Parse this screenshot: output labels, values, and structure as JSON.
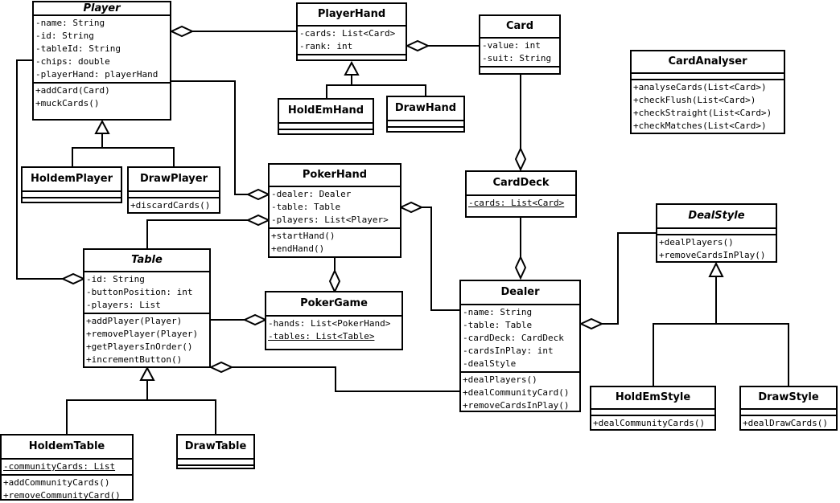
{
  "classes": {
    "player": {
      "name": "Player",
      "attributes": [
        "-name: String",
        "-id: String",
        "-tableId: String",
        "-chips: double",
        "-playerHand: playerHand"
      ],
      "operations": [
        "+addCard(Card)",
        "+muckCards()"
      ]
    },
    "player_hand": {
      "name": "PlayerHand",
      "attributes": [
        "-cards: List<Card>",
        "-rank: int"
      ],
      "operations": []
    },
    "card": {
      "name": "Card",
      "attributes": [
        "-value: int",
        "-suit: String"
      ],
      "operations": []
    },
    "card_analyser": {
      "name": "CardAnalyser",
      "attributes": [],
      "operations": [
        "+analyseCards(List<Card>)",
        "+checkFlush(List<Card>)",
        "+checkStraight(List<Card>)",
        "+checkMatches(List<Card>)"
      ]
    },
    "holdem_hand": {
      "name": "HoldEmHand"
    },
    "draw_hand": {
      "name": "DrawHand"
    },
    "holdem_player": {
      "name": "HoldemPlayer"
    },
    "draw_player": {
      "name": "DrawPlayer",
      "operations": [
        "+discardCards()"
      ]
    },
    "poker_hand": {
      "name": "PokerHand",
      "attributes": [
        "-dealer: Dealer",
        "-table: Table",
        "-players: List<Player>"
      ],
      "operations": [
        "+startHand()",
        "+endHand()"
      ]
    },
    "card_deck": {
      "name": "CardDeck",
      "attributes": [
        "-cards: List<Card>"
      ]
    },
    "deal_style": {
      "name": "DealStyle",
      "operations": [
        "+dealPlayers()",
        "+removeCardsInPlay()"
      ]
    },
    "table": {
      "name": "Table",
      "attributes": [
        "-id: String",
        "-buttonPosition: int",
        "-players: List"
      ],
      "operations": [
        "+addPlayer(Player)",
        "+removePlayer(Player)",
        "+getPlayersInOrder()",
        "+incrementButton()"
      ]
    },
    "poker_game": {
      "name": "PokerGame",
      "attributes": [
        "-hands: List<PokerHand>",
        "-tables: List<Table>"
      ]
    },
    "dealer": {
      "name": "Dealer",
      "attributes": [
        "-name: String",
        "-table: Table",
        "-cardDeck: CardDeck",
        "-cardsInPlay: int",
        "-dealStyle"
      ],
      "operations": [
        "+dealPlayers()",
        "+dealCommunityCard()",
        "+removeCardsInPlay()"
      ]
    },
    "holdem_style": {
      "name": "HoldEmStyle",
      "operations": [
        "+dealCommunityCards()"
      ]
    },
    "draw_style": {
      "name": "DrawStyle",
      "operations": [
        "+dealDrawCards()"
      ]
    },
    "holdem_table": {
      "name": "HoldemTable",
      "attributes": [
        "-communityCards: List"
      ],
      "operations": [
        "+addCommunityCards()",
        "+removeCommunityCard()"
      ]
    },
    "draw_table": {
      "name": "DrawTable"
    }
  }
}
